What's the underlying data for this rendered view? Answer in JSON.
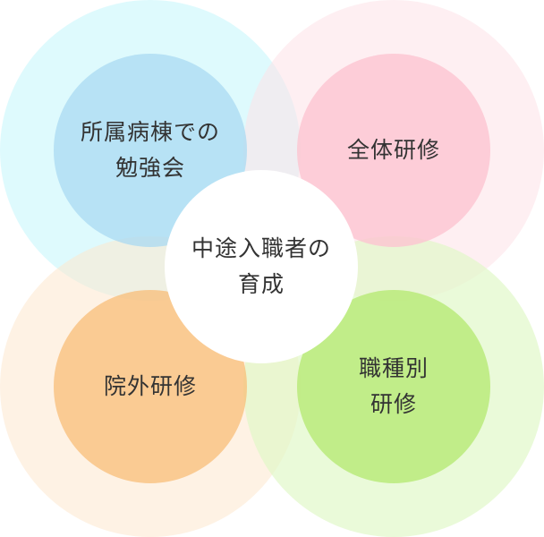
{
  "diagram": {
    "center": {
      "lines": [
        "中途入職者の",
        "育成"
      ]
    },
    "top_left": {
      "lines": [
        "所属病棟での",
        "勉強会"
      ]
    },
    "top_right": {
      "lines": [
        "全体研修"
      ]
    },
    "bottom_left": {
      "lines": [
        "院外研修"
      ]
    },
    "bottom_right": {
      "lines": [
        "職種別",
        "研修"
      ]
    }
  },
  "colors": {
    "top_left": "#a9daf2",
    "top_right": "#fcc4d1",
    "bottom_left": "#f8be78",
    "bottom_right": "#b6ea74",
    "center": "#ffffff",
    "text": "#333333"
  }
}
